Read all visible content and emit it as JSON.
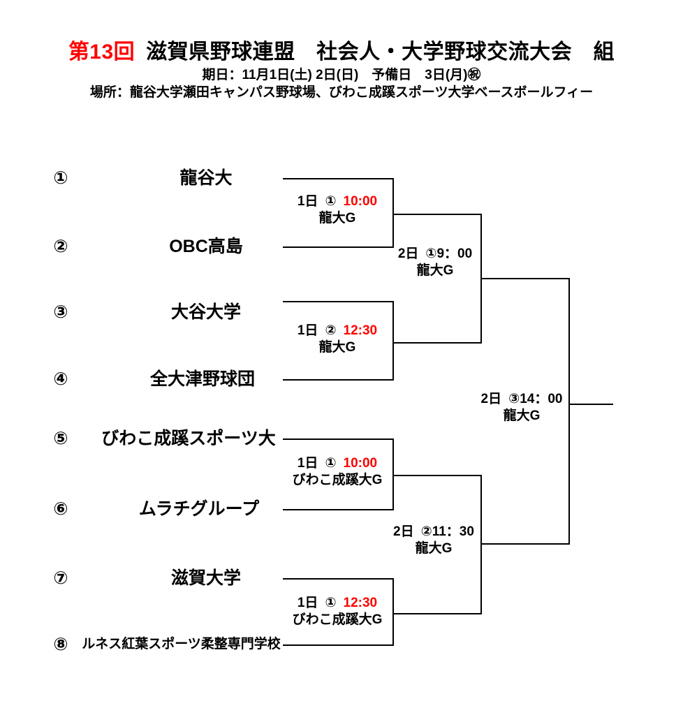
{
  "header": {
    "edition": "第13回",
    "main_title": "滋賀県野球連盟　社会人・大学野球交流大会　組",
    "date_line": "期日：11月1日(土) 2日(日)　予備日　3日(月)㊗",
    "place_line": "場所：龍谷大学瀬田キャンパス野球場、びわこ成蹊スポーツ大学ベースボールフィー"
  },
  "colors": {
    "highlight_red": "#ff0000",
    "text_black": "#000000",
    "line_black": "#000000",
    "background": "#ffffff"
  },
  "teams": [
    {
      "seed": "①",
      "name": "龍谷大"
    },
    {
      "seed": "②",
      "name": "OBC高島"
    },
    {
      "seed": "③",
      "name": "大谷大学"
    },
    {
      "seed": "④",
      "name": "全大津野球団"
    },
    {
      "seed": "⑤",
      "name": "びわこ成蹊スポーツ大"
    },
    {
      "seed": "⑥",
      "name": "ムラチグループ"
    },
    {
      "seed": "⑦",
      "name": "滋賀大学"
    },
    {
      "seed": "⑧",
      "name": "ルネス紅葉スポーツ柔整専門学校"
    }
  ],
  "matches": {
    "r1m1": {
      "day": "1日",
      "game": "①",
      "time": "10:00",
      "time_color": "red",
      "venue": "龍大G"
    },
    "r1m2": {
      "day": "1日",
      "game": "②",
      "time": "12:30",
      "time_color": "red",
      "venue": "龍大G"
    },
    "r1m3": {
      "day": "1日",
      "game": "①",
      "time": "10:00",
      "time_color": "red",
      "venue": "びわこ成蹊大G"
    },
    "r1m4": {
      "day": "1日",
      "game": "①",
      "time": "12:30",
      "time_color": "red",
      "venue": "びわこ成蹊大G"
    },
    "r2m1": {
      "day": "2日",
      "game": "①",
      "time": "9：00",
      "time_color": "black",
      "venue": "龍大G"
    },
    "r2m2": {
      "day": "2日",
      "game": "②",
      "time": "11：30",
      "time_color": "black",
      "venue": "龍大G"
    },
    "r3m1": {
      "day": "2日",
      "game": "③",
      "time": "14：00",
      "time_color": "black",
      "venue": "龍大G"
    }
  }
}
